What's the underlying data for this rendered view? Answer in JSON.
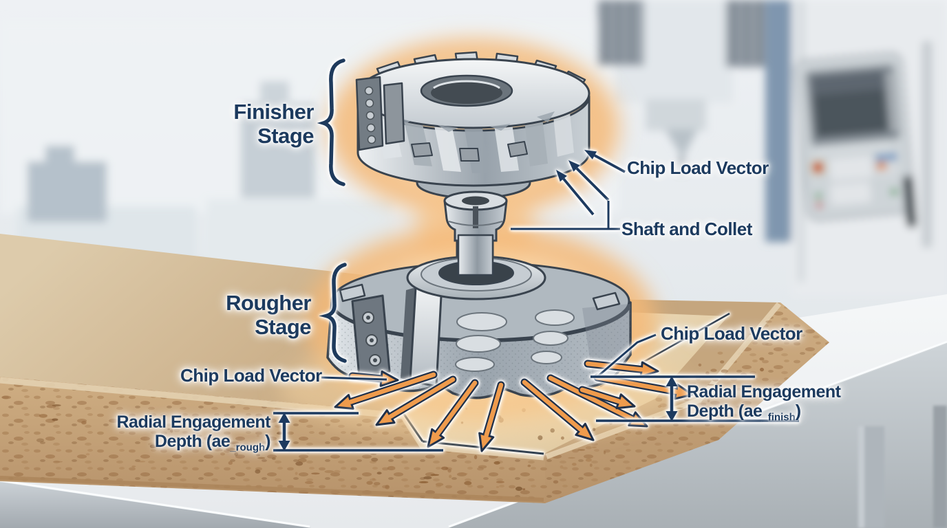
{
  "stage_labels": {
    "finisher": {
      "line1": "Finisher",
      "line2": "Stage"
    },
    "rougher": {
      "line1": "Rougher",
      "line2": "Stage"
    }
  },
  "callouts": {
    "chip_load_vector_top": "Chip Load Vector",
    "chip_load_vector_left": "Chip Load Vector",
    "chip_load_vector_right": "Chip Load Vector",
    "shaft_and_collet": "Shaft and Collet",
    "radial_engagement_finish": {
      "line1": "Radial Engagement",
      "line2_prefix": "Depth (ae",
      "subscript": "_finish",
      "line2_suffix": ")"
    },
    "radial_engagement_rough": {
      "line1": "Radial Engagement",
      "line2_prefix": "Depth (ae",
      "subscript": "_rough",
      "line2_suffix": ")"
    }
  },
  "colors": {
    "label_navy": "#1c3a5e",
    "arrow_orange": "#ef9b4c",
    "arrow_outline_navy": "#203049",
    "glow_orange": "#f5b877",
    "board_tan": "#d2bc9a",
    "pocket_tan": "#ead8b5",
    "core_brown": "#c2a077",
    "steel_light": "#eef1f3",
    "steel_mid": "#9aa4ad",
    "table_white": "#f2f4f6",
    "floor_grey": "#b6bcc1"
  }
}
